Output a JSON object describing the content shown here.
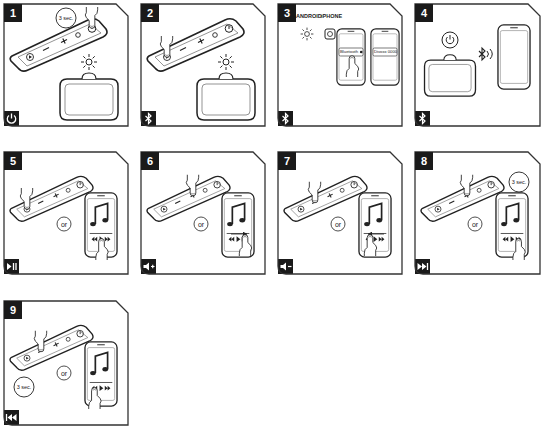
{
  "diagram": {
    "nodes": [
      {
        "text": [
          "1",
          "3 sec."
        ]
      },
      {
        "text": [
          "2"
        ]
      },
      {
        "text": [
          "3",
          "ANDROID",
          "iPHONE",
          "Bluetooth",
          "Divoxx 0000"
        ]
      },
      {
        "text": [
          "4"
        ]
      },
      {
        "text": [
          "5",
          "or"
        ]
      },
      {
        "text": [
          "6",
          "or"
        ]
      },
      {
        "text": [
          "7",
          "or"
        ]
      },
      {
        "text": [
          "8",
          "3 sec.",
          "or"
        ]
      },
      {
        "text": [
          "9",
          "3 sec.",
          "or"
        ]
      }
    ]
  }
}
